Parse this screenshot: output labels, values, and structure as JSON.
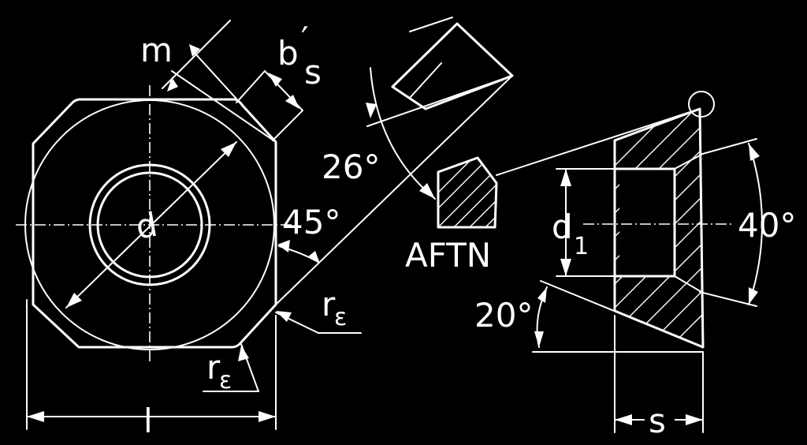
{
  "labels": {
    "m": "m",
    "b_s_base": "b",
    "b_s_prime": "′",
    "b_s_sub": "s",
    "d": "d",
    "angle_45": "45°",
    "angle_26": "26°",
    "aftn": "AFTN",
    "r_eps_right_base": "r",
    "r_eps_right_sub": "ε",
    "r_eps_bottom_base": "r",
    "r_eps_bottom_sub": "ε",
    "l": "l",
    "d1_base": "d",
    "d1_sub": "1",
    "angle_40": "40°",
    "angle_20": "20°",
    "s": "s"
  },
  "colors": {
    "background": "#000000",
    "line": "#ffffff"
  }
}
